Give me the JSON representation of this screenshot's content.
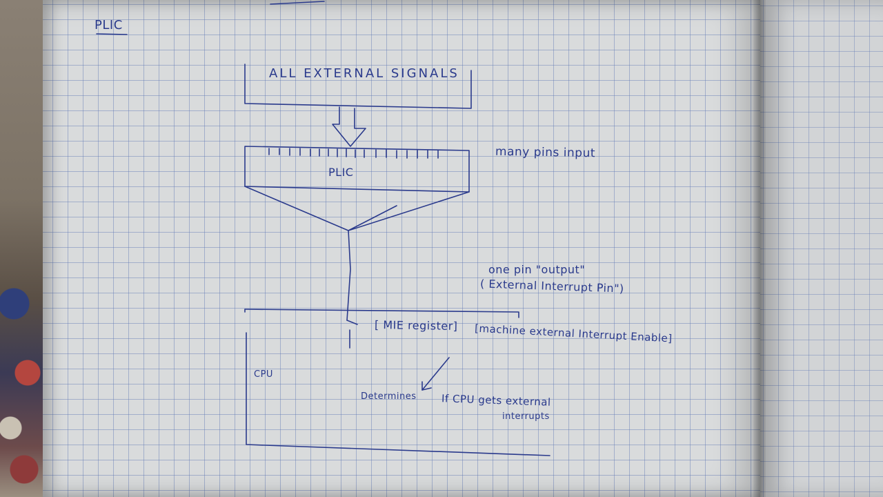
{
  "heading": "PLIC",
  "diagram": {
    "source_box_label": "ALL EXTERNAL SIGNALS",
    "plic_label": "PLIC",
    "plic_input_note": "many pins input",
    "output_note_line1": "one pin \"output\"",
    "output_note_line2": "( External Interrupt Pin\")",
    "cpu_label": "CPU",
    "mie_register_label": "[ MIE register]",
    "mie_expansion": "[machine external Interrupt Enable]",
    "determines_label": "Determines",
    "determines_note_line1": "If CPU gets external",
    "determines_note_line2": "interrupts"
  },
  "colors": {
    "ink": "#2a3a8c",
    "paper": "#d9dbdc",
    "grid": "#5f78b4"
  }
}
